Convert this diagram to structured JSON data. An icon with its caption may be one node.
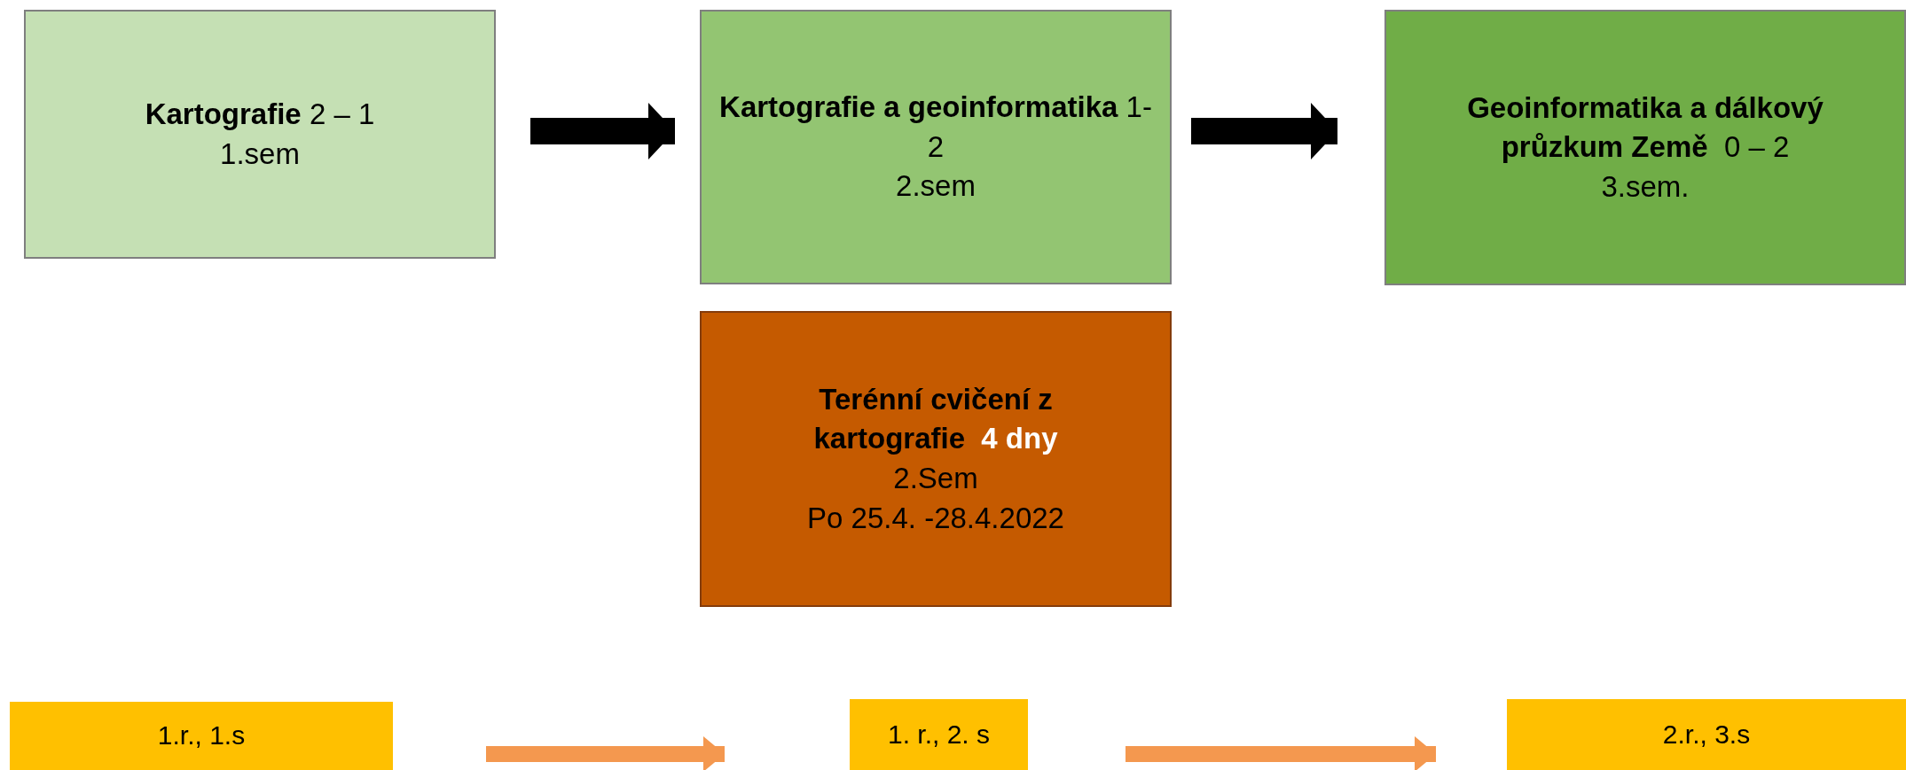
{
  "diagram": {
    "nodes": [
      {
        "text": [
          "**Kartografie** 2 – 1",
          "1.sem"
        ]
      },
      {
        "text": [
          "**Kartografie a geoinformatika** 1-2",
          "2.sem"
        ]
      },
      {
        "text": [
          "**Geoinformatika a dálkový průzkum Země**  0 – 2",
          "3.sem."
        ]
      },
      {
        "text": [
          "Terénní cvičení z kartografie",
          "4 dny",
          "2.Sem",
          "Po 25.4. -28.4.2022"
        ]
      },
      {
        "text": [
          "1.r., 1.s"
        ]
      },
      {
        "text": [
          "1. r., 2. s"
        ]
      },
      {
        "text": [
          "2.r., 3.s"
        ]
      }
    ],
    "edges": [
      {
        "from": 0,
        "to": 1,
        "arrow": "to"
      },
      {
        "from": 1,
        "to": 2,
        "arrow": "to"
      },
      {
        "from": 4,
        "to": 5,
        "arrow": "to",
        "color": "#f4984f"
      },
      {
        "from": 5,
        "to": 6,
        "arrow": "to",
        "color": "#f4984f"
      }
    ]
  }
}
